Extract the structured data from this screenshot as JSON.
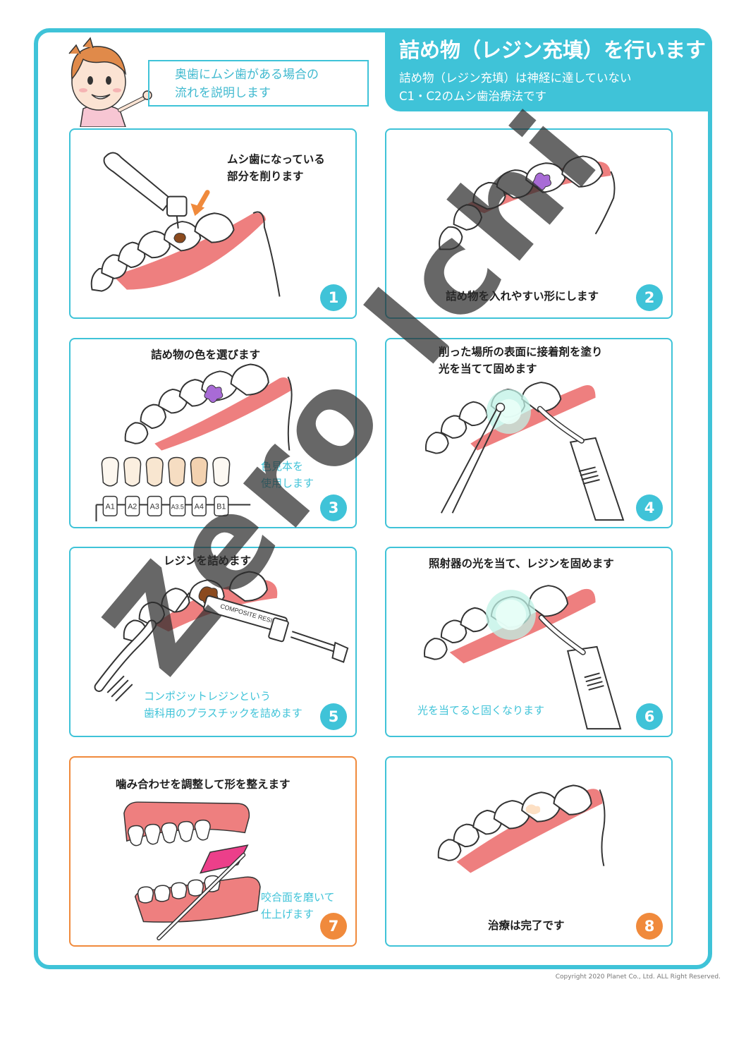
{
  "header": {
    "title": "詰め物（レジン充填）を行います",
    "subtitle_line1": "詰め物（レジン充填）は神経に達していない",
    "subtitle_line2": "C1・C2のムシ歯治療法です"
  },
  "intro": {
    "line1": "奥歯にムシ歯がある場合の",
    "line2": "流れを説明します"
  },
  "steps": [
    {
      "number": "1",
      "caption_line1": "ムシ歯になっている",
      "caption_line2": "部分を削ります"
    },
    {
      "number": "2",
      "caption": "詰め物を入れやすい形にします"
    },
    {
      "number": "3",
      "caption": "詰め物の色を選びます",
      "note_line1": "色見本を",
      "note_line2": "使用します",
      "shade_labels": [
        "A1",
        "A2",
        "A3",
        "A3.5",
        "A4",
        "B1"
      ]
    },
    {
      "number": "4",
      "caption_line1": "削った場所の表面に接着剤を塗り",
      "caption_line2": "光を当てて固めます"
    },
    {
      "number": "5",
      "caption": "レジンを詰めます",
      "syringe_label": "COMPOSITE RESIN",
      "note_line1": "コンポジットレジンという",
      "note_line2": "歯科用のプラスチックを詰めます"
    },
    {
      "number": "6",
      "caption": "照射器の光を当て、レジンを固めます",
      "note": "光を当てると固くなります"
    },
    {
      "number": "7",
      "caption": "噛み合わせを調整して形を整えます",
      "note_line1": "咬合面を磨いて",
      "note_line2": "仕上げます"
    },
    {
      "number": "8",
      "caption": "治療は完了です"
    }
  ],
  "watermark": "Zero Ichi",
  "copyright": "Copyright 2020 Planet Co., Ltd. ALL Right Reserved.",
  "colors": {
    "accent": "#3fc3d8",
    "orange": "#f08a3c",
    "gum": "#ee7f7f",
    "decay": "#8b4a1e",
    "prep": "#a86bd6"
  }
}
